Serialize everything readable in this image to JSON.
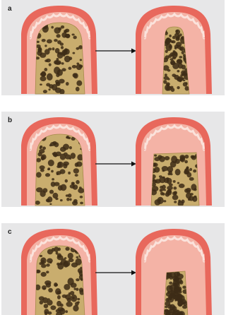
{
  "panels": [
    {
      "label": "a",
      "result": "narrow-ridge"
    },
    {
      "label": "b",
      "result": "flattened-ridge"
    },
    {
      "label": "c",
      "result": "narrow-short-ridge"
    }
  ],
  "colors": {
    "panel_bg": "#e7e7e8",
    "gingiva_outer": "#e8685c",
    "gingiva_inner": "#f6cdc4",
    "mucosa": "#f4b3a6",
    "bone": "#c9ad6e",
    "bone_pores": "#3d2c16",
    "arrow": "#111111"
  }
}
